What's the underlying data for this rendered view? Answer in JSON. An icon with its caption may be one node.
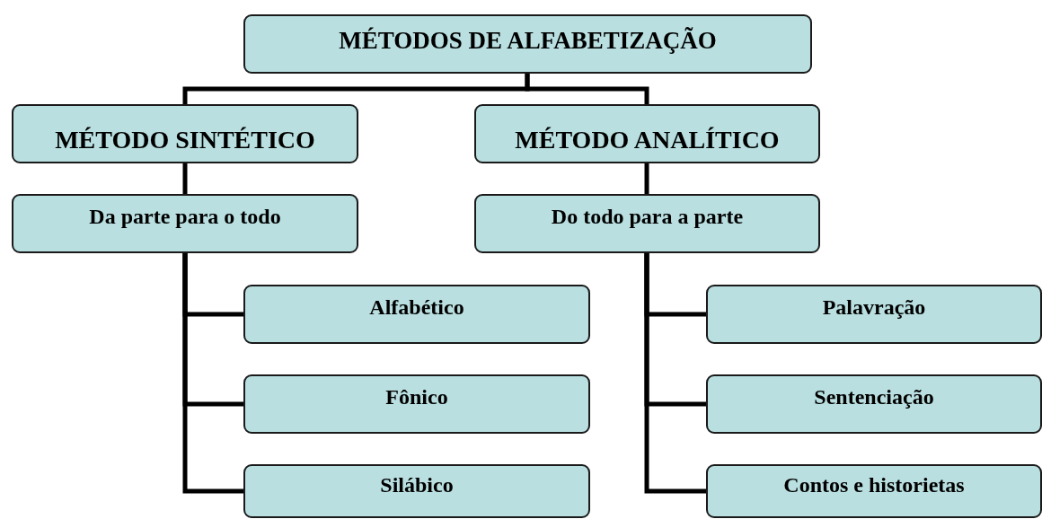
{
  "diagram": {
    "nodes": [
      {
        "text": [
          "MÉTODOS DE ALFABETIZAÇÃO"
        ]
      },
      {
        "text": [
          "MÉTODO SINTÉTICO"
        ]
      },
      {
        "text": [
          "MÉTODO ANALÍTICO"
        ]
      },
      {
        "text": [
          "Da parte para o todo"
        ]
      },
      {
        "text": [
          "Do todo para a parte"
        ]
      },
      {
        "text": [
          "Alfabético"
        ]
      },
      {
        "text": [
          "Fônico"
        ]
      },
      {
        "text": [
          "Silábico"
        ]
      },
      {
        "text": [
          "Palavração"
        ]
      },
      {
        "text": [
          "Sentenciação"
        ]
      },
      {
        "text": [
          "Contos e historietas"
        ]
      }
    ],
    "edges": [
      {
        "from": 0,
        "to": 1,
        "arrow": "none"
      },
      {
        "from": 0,
        "to": 2,
        "arrow": "none"
      },
      {
        "from": 1,
        "to": 3,
        "arrow": "none"
      },
      {
        "from": 2,
        "to": 4,
        "arrow": "none"
      },
      {
        "from": 3,
        "to": 5,
        "arrow": "none"
      },
      {
        "from": 3,
        "to": 6,
        "arrow": "none"
      },
      {
        "from": 3,
        "to": 7,
        "arrow": "none"
      },
      {
        "from": 4,
        "to": 8,
        "arrow": "none"
      },
      {
        "from": 4,
        "to": 9,
        "arrow": "none"
      },
      {
        "from": 4,
        "to": 10,
        "arrow": "none"
      }
    ]
  }
}
